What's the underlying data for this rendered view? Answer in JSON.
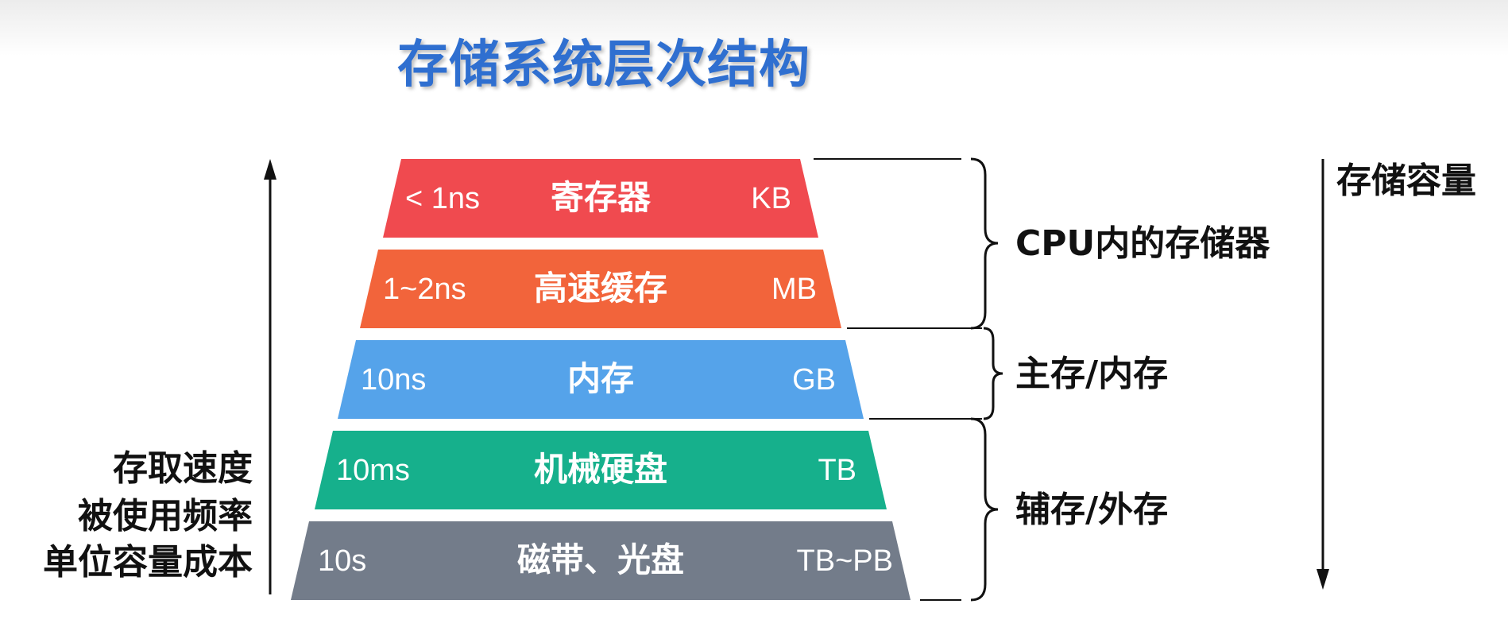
{
  "title": "存储系统层次结构",
  "levels": [
    {
      "speed": "< 1ns",
      "name": "寄存器",
      "capacity": "KB",
      "color": "#f04a4f"
    },
    {
      "speed": "1~2ns",
      "name": "高速缓存",
      "capacity": "MB",
      "color": "#f2643b"
    },
    {
      "speed": "10ns",
      "name": "内存",
      "capacity": "GB",
      "color": "#55a3ea"
    },
    {
      "speed": "10ms",
      "name": "机械硬盘",
      "capacity": "TB",
      "color": "#16b08c"
    },
    {
      "speed": "10s",
      "name": "磁带、光盘",
      "capacity": "TB~PB",
      "color": "#737c8a"
    }
  ],
  "groups": [
    {
      "label": "CPU内的存储器"
    },
    {
      "label": "主存/内存"
    },
    {
      "label": "辅存/外存"
    }
  ],
  "left_axis": {
    "labels": [
      "存取速度",
      "被使用频率",
      "单位容量成本"
    ]
  },
  "right_axis": {
    "label": "存储容量"
  }
}
